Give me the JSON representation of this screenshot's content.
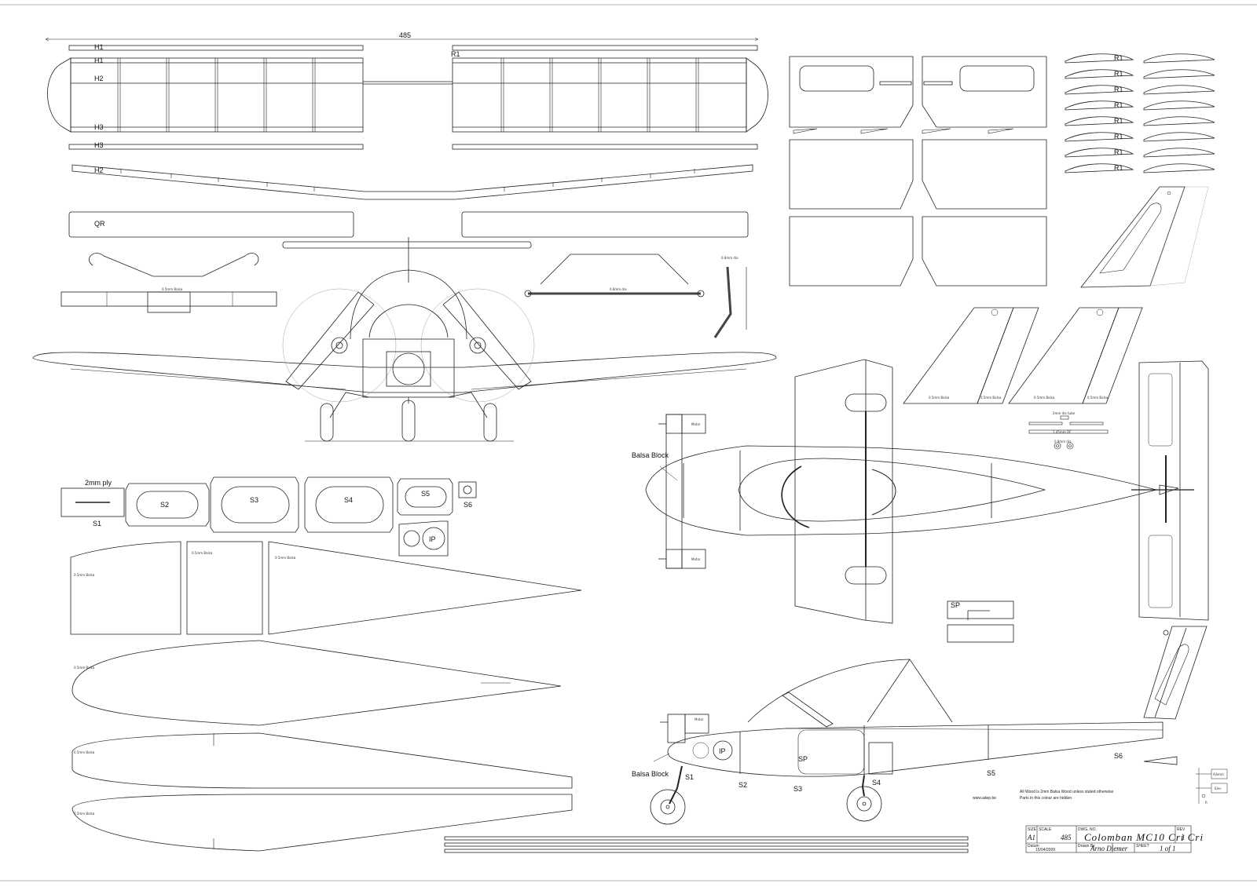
{
  "dimension": "485",
  "labels": {
    "h1": "H1",
    "h2": "H2",
    "h3": "H3",
    "r1": "R1",
    "qr": "QR",
    "s1": "S1",
    "s2": "S2",
    "s3": "S3",
    "s4": "S4",
    "s5": "S5",
    "s6": "S6",
    "ip": "IP",
    "sp": "SP",
    "ply": "2mm ply",
    "balsa_block": "Balsa Block"
  },
  "small_notes": {
    "balsa_05": "0.5mm Balsa",
    "wire_08": "0.8mm dia",
    "motor": "Motor",
    "pivot_08": "0.8mm dia",
    "wire_2mm": "2mm dia tube",
    "pushrod": "1.45mm OF"
  },
  "notes": {
    "line1": "All Wood is 2mm Balsa Wood unless stated otherwise",
    "line2": "Parts in this colour are hidden",
    "website": "www.adep.be"
  },
  "title_block": {
    "size_label": "SIZE",
    "size_value": "A1",
    "scale_label": "SCALE",
    "scale_value": "485",
    "dwg_label": "DWG. NO.",
    "title": "Colomban MC10 Cri Cri",
    "rev_label": "REV",
    "rev_value": "1",
    "date_label": "Datum",
    "date_value": "15/04/2009",
    "drawn_label": "Drawn By",
    "drawn_value": "Arno Diemer",
    "sheet_label": "SHEET",
    "sheet_value": "1 of 1"
  },
  "legend": {
    "a": "Aileron",
    "b": "Elev",
    "c": "R"
  }
}
